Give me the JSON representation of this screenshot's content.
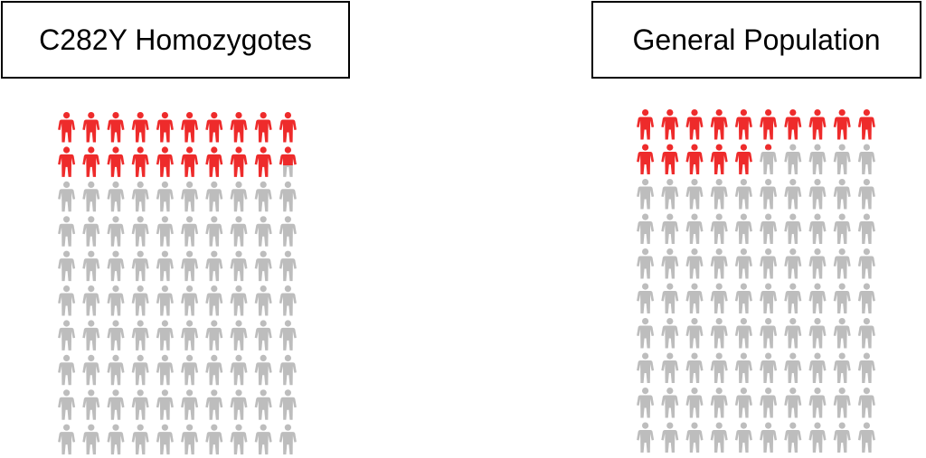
{
  "colors": {
    "highlight": "#ee2b2b",
    "base": "#bdbdbd"
  },
  "chart_data": [
    {
      "type": "icon-array",
      "title": "C282Y Homozygotes",
      "total": 100,
      "rows": 10,
      "columns": 10,
      "highlighted": 19.6
    },
    {
      "type": "icon-array",
      "title": "General Population",
      "total": 100,
      "rows": 10,
      "columns": 10,
      "highlighted": 15.2
    }
  ]
}
